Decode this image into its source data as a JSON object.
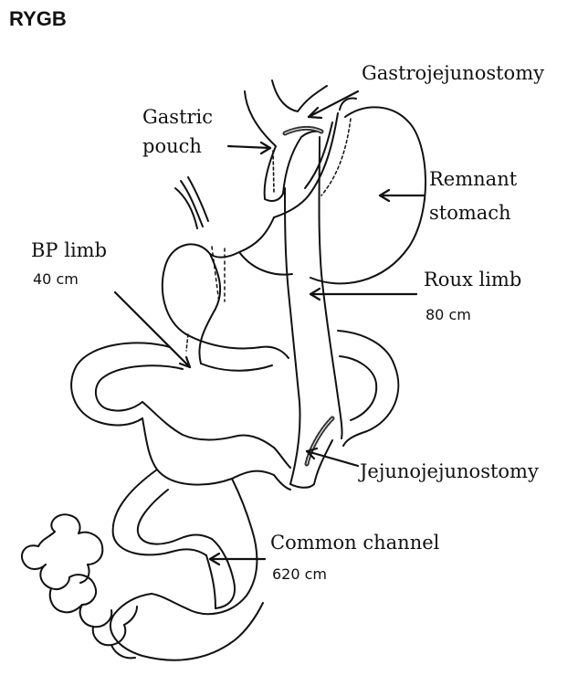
{
  "title": "RYGB",
  "labels": {
    "gastrojejunostomy": "Gastrojejunostomy",
    "gastric_line1": "Gastric",
    "gastric_line2": "pouch",
    "remnant_line1": "Remnant",
    "remnant_line2": "stomach",
    "bp_limb": "BP limb",
    "bp_length": "40 cm",
    "roux_limb": "Roux limb",
    "roux_length": "80 cm",
    "jejunojejunostomy": "Jejunojejunostomy",
    "common_channel": "Common channel",
    "common_length": "620 cm"
  },
  "colors": {
    "ink": "#111111",
    "background": "#ffffff"
  }
}
